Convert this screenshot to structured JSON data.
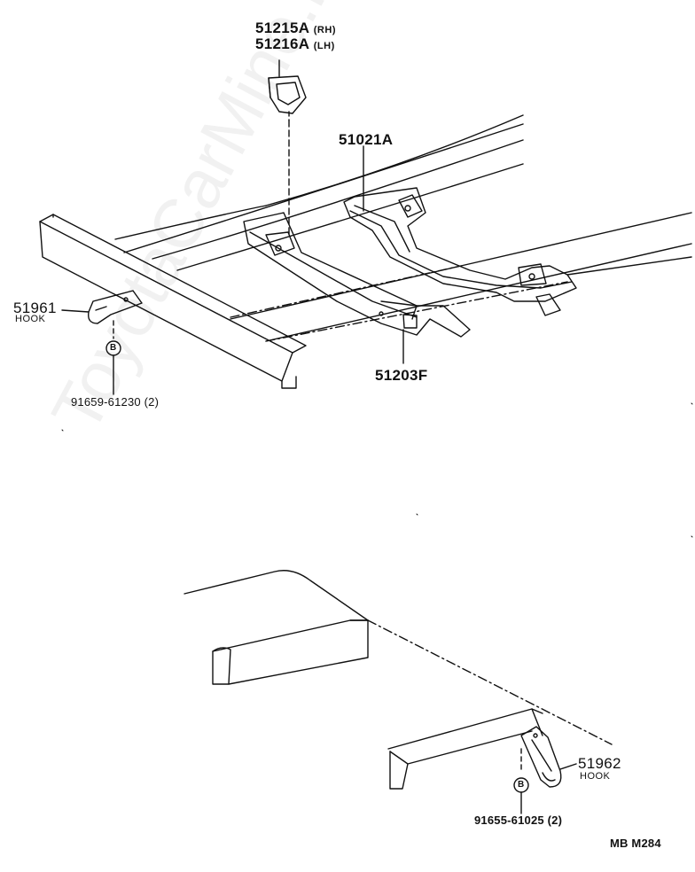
{
  "watermark": "ToyotaCarMine.ru",
  "labels": {
    "part_51215a": "51215A",
    "part_51215a_side": "(RH)",
    "part_51216a": "51216A",
    "part_51216a_side": "(LH)",
    "part_51021a": "51021A",
    "part_51961": "51961",
    "part_51961_note": "HOOK",
    "part_51203f": "51203F",
    "part_91659": "91659-61230 (2)",
    "part_51962": "51962",
    "part_51962_note": "HOOK",
    "part_91655": "91655-61025 (2)",
    "bolt_marker_top": "B",
    "bolt_marker_bottom": "B",
    "figure_code": "MB  M284"
  },
  "colors": {
    "ink": "#111111",
    "paper": "#ffffff"
  }
}
